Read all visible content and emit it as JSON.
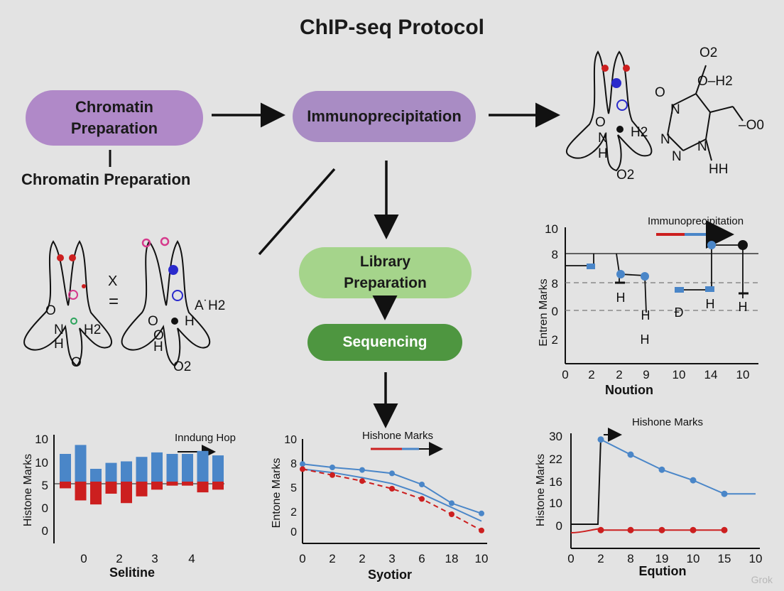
{
  "title": "ChIP-seq Protocol",
  "steps": {
    "chromatin": "Chromatin Preparation",
    "chromatin_sub": "Chromatin Preparation",
    "immuno": "Immunoprecipitation",
    "library": "Library Preparation",
    "sequencing": "Sequencing"
  },
  "molecule_labels": {
    "top_right": [
      "O2",
      "O–H2",
      "O",
      "N",
      "O",
      "–O0",
      "N",
      "H2",
      "N",
      "N",
      "N",
      "H",
      "HH",
      "O2"
    ],
    "left_x": "X",
    "left_eq": "=",
    "left_chrom1": [
      "O",
      "N",
      "H",
      "H2",
      "O"
    ],
    "left_chrom2": [
      "O",
      "H",
      "A˙H2",
      "O",
      "H",
      "O2"
    ]
  },
  "watermark": "Grok",
  "colors": {
    "purple_box": "#b089c8",
    "light_green_box": "#a5d48b",
    "dark_green_box": "#4e9640",
    "blue": "#4a86c8",
    "red": "#cc1f1f"
  },
  "chart_data": [
    {
      "id": "mid_right",
      "type": "line",
      "title": "Immunoprecipitation",
      "xlabel": "Noution",
      "ylabel": "Entren Marks",
      "x_tick_labels": [
        "0",
        "2",
        "2",
        "9",
        "10",
        "14",
        "10"
      ],
      "y_tick_labels": [
        "10",
        "8",
        "8",
        "0",
        "2"
      ],
      "annotations": [
        "H",
        "H",
        "H",
        "Ð",
        "H",
        "H"
      ]
    },
    {
      "id": "bottom_left",
      "type": "bar",
      "title": "Inndung Hop",
      "xlabel": "Selitine",
      "ylabel": "Histone Marks",
      "x_tick_labels": [
        "0",
        "2",
        "3",
        "4"
      ],
      "y_tick_labels": [
        "10",
        "10",
        "5",
        "0",
        "0"
      ],
      "series": [
        {
          "name": "",
          "color": "#4a86c8",
          "values": [
            10,
            13,
            5,
            7,
            7.5,
            9,
            10.5,
            10,
            10,
            11,
            9.5
          ]
        },
        {
          "name": "",
          "color": "#cc1f1f",
          "values": [
            -2.5,
            -7,
            -8.5,
            -4.5,
            -8,
            -5.5,
            -3,
            -1.5,
            -1.5,
            -4,
            -3
          ]
        }
      ]
    },
    {
      "id": "bottom_mid",
      "type": "line",
      "title": "Hishone Marks",
      "xlabel": "Syotior",
      "ylabel": "Entone Marks",
      "x_tick_labels": [
        "0",
        "2",
        "2",
        "3",
        "6",
        "18",
        "10"
      ],
      "y_tick_labels": [
        "10",
        "8",
        "5",
        "2",
        "0"
      ],
      "series": [
        {
          "name": "",
          "color": "#4a86c8",
          "values": [
            7.9,
            7.5,
            7.2,
            6.8,
            5.5,
            3.3,
            2.1
          ]
        },
        {
          "name": "",
          "color": "#4a86c8",
          "values": [
            7.3,
            6.9,
            6.3,
            5.6,
            4.4,
            2.8,
            1.2
          ]
        },
        {
          "name": "",
          "color": "#cc1f1f",
          "values": [
            7.3,
            6.6,
            5.9,
            5.0,
            3.8,
            2.0,
            0.1
          ]
        }
      ]
    },
    {
      "id": "bottom_right",
      "type": "line",
      "title": "Hishone Marks",
      "xlabel": "Eqution",
      "ylabel": "Histone Marks",
      "x_tick_labels": [
        "0",
        "2",
        "8",
        "19",
        "10",
        "15",
        "10"
      ],
      "y_tick_labels": [
        "30",
        "22",
        "16",
        "10",
        "0"
      ],
      "series": [
        {
          "name": "",
          "color": "#4a86c8",
          "values": [
            29,
            24,
            19,
            15.5,
            11,
            11
          ]
        },
        {
          "name": "",
          "color": "#cc1f1f",
          "values": [
            -1,
            -1,
            -1,
            -1,
            -1
          ]
        }
      ]
    }
  ]
}
